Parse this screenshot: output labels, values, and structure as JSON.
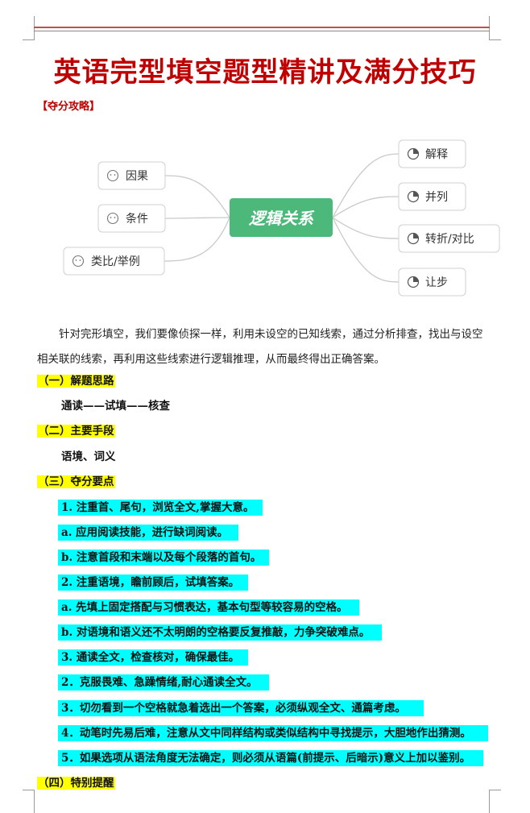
{
  "title": "英语完型填空题型精讲及满分技巧",
  "tag": "【夺分攻略】",
  "mindmap": {
    "center": "逻辑关系",
    "left": [
      "因果",
      "条件",
      "类比/举例"
    ],
    "right": [
      "解释",
      "并列",
      "转折/对比",
      "让步"
    ]
  },
  "intro": "针对完形填空，我们要像侦探一样，利用未设空的已知线索，通过分析排查，找出与设空相关联的线索，再利用这些线索进行逻辑推理，从而最终得出正确答案。",
  "sections": {
    "s1_heading": "（一）解题思路",
    "s1_body": "通读——试填——核查",
    "s2_heading": "（二）主要手段",
    "s2_body": "语境、词义",
    "s3_heading": "（三）夺分要点",
    "s4_heading": "（四）特别提醒"
  },
  "points": [
    "1. 注重首、尾句，浏览全文,掌握大意。",
    "a. 应用阅读技能，进行缺词阅读。",
    "b. 注意首段和末端以及每个段落的首句。",
    "2. 注重语境，瞻前顾后，试填答案。",
    "a. 先填上固定搭配与习惯表达，基本句型等较容易的空格。",
    "b. 对语境和语义还不太明朗的空格要反复推敲，力争突破难点。",
    "3. 通读全文，检查核对，确保最佳。",
    "2．克服畏难、急躁情绪,耐心通读全文。",
    "3．切勿看到一个空格就急着选出一个答案，必须纵观全文、通篇考虑。",
    "4．动笔时先易后难，注意从文中同样结构或类似结构中寻找提示，大胆地作出猜测。",
    "5．如果选项从语法角度无法确定，则必须从语篇(前提示、后暗示)意义上加以鉴别。"
  ],
  "colors": {
    "title": "#c00000",
    "highlight_yellow": "#ffff00",
    "highlight_cyan": "#00ffff",
    "center_node": "#4cb87a"
  }
}
